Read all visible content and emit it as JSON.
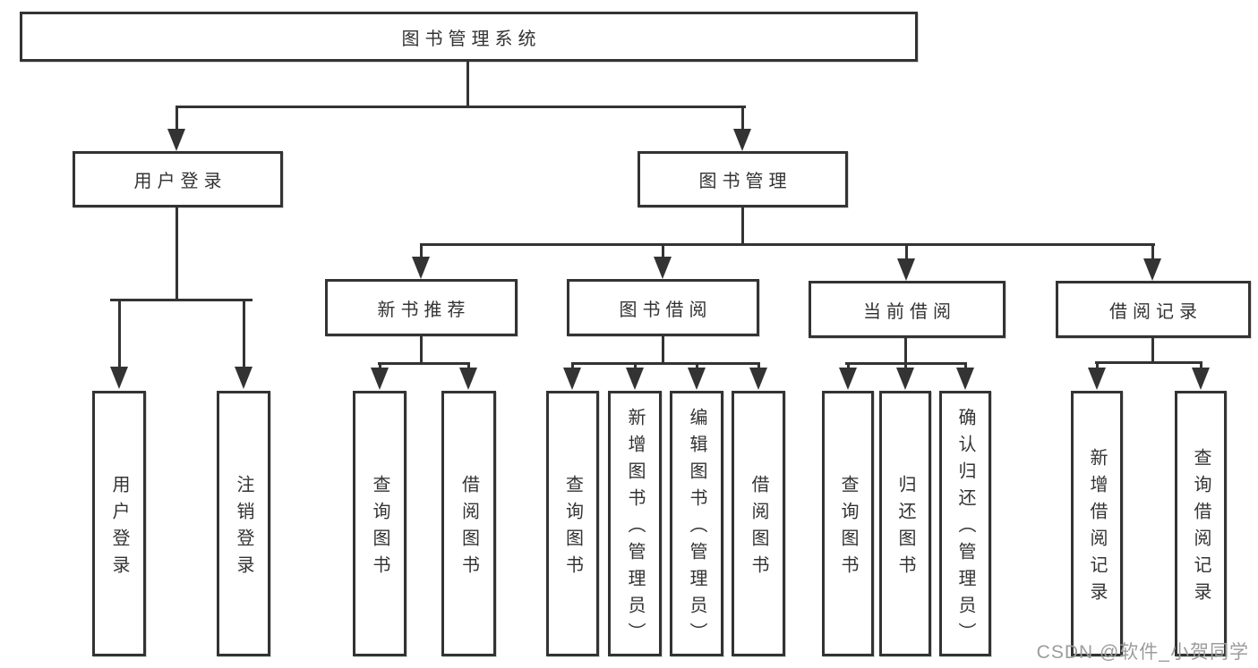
{
  "colors": {
    "line": "#333333",
    "text": "#333333",
    "background": "#ffffff",
    "watermark": "#9c9c9c"
  },
  "watermark": {
    "text": "CSDN @软件_小贺同学"
  },
  "nodes": {
    "root": {
      "label": "图书管理系统"
    },
    "user_login": {
      "label": "用户登录"
    },
    "book_mgmt": {
      "label": "图书管理"
    },
    "new_book_rec": {
      "label": "新书推荐"
    },
    "book_borrow": {
      "label": "图书借阅"
    },
    "current_borrow": {
      "label": "当前借阅"
    },
    "borrow_records": {
      "label": "借阅记录"
    },
    "leaf_user_login": {
      "label": "用户登录"
    },
    "leaf_logout": {
      "label": "注销登录"
    },
    "leaf_nb_query": {
      "label": "查询图书"
    },
    "leaf_nb_borrow": {
      "label": "借阅图书"
    },
    "leaf_bb_query": {
      "label": "查询图书"
    },
    "leaf_bb_add": {
      "label": "新增图书（管理员）"
    },
    "leaf_bb_edit": {
      "label": "编辑图书（管理员）"
    },
    "leaf_bb_borrow": {
      "label": "借阅图书"
    },
    "leaf_cb_query": {
      "label": "查询图书"
    },
    "leaf_cb_return": {
      "label": "归还图书"
    },
    "leaf_cb_confirm": {
      "label": "确认归还（管理员）"
    },
    "leaf_br_add": {
      "label": "新增借阅记录"
    },
    "leaf_br_query": {
      "label": "查询借阅记录"
    }
  },
  "edges": [
    {
      "from": "root",
      "to": "user_login"
    },
    {
      "from": "root",
      "to": "book_mgmt"
    },
    {
      "from": "user_login",
      "to": "leaf_user_login"
    },
    {
      "from": "user_login",
      "to": "leaf_logout"
    },
    {
      "from": "book_mgmt",
      "to": "new_book_rec"
    },
    {
      "from": "book_mgmt",
      "to": "book_borrow"
    },
    {
      "from": "book_mgmt",
      "to": "current_borrow"
    },
    {
      "from": "book_mgmt",
      "to": "borrow_records"
    },
    {
      "from": "new_book_rec",
      "to": "leaf_nb_query"
    },
    {
      "from": "new_book_rec",
      "to": "leaf_nb_borrow"
    },
    {
      "from": "book_borrow",
      "to": "leaf_bb_query"
    },
    {
      "from": "book_borrow",
      "to": "leaf_bb_add"
    },
    {
      "from": "book_borrow",
      "to": "leaf_bb_edit"
    },
    {
      "from": "book_borrow",
      "to": "leaf_bb_borrow"
    },
    {
      "from": "current_borrow",
      "to": "leaf_cb_query"
    },
    {
      "from": "current_borrow",
      "to": "leaf_cb_return"
    },
    {
      "from": "current_borrow",
      "to": "leaf_cb_confirm"
    },
    {
      "from": "borrow_records",
      "to": "leaf_br_add"
    },
    {
      "from": "borrow_records",
      "to": "leaf_br_query"
    }
  ]
}
